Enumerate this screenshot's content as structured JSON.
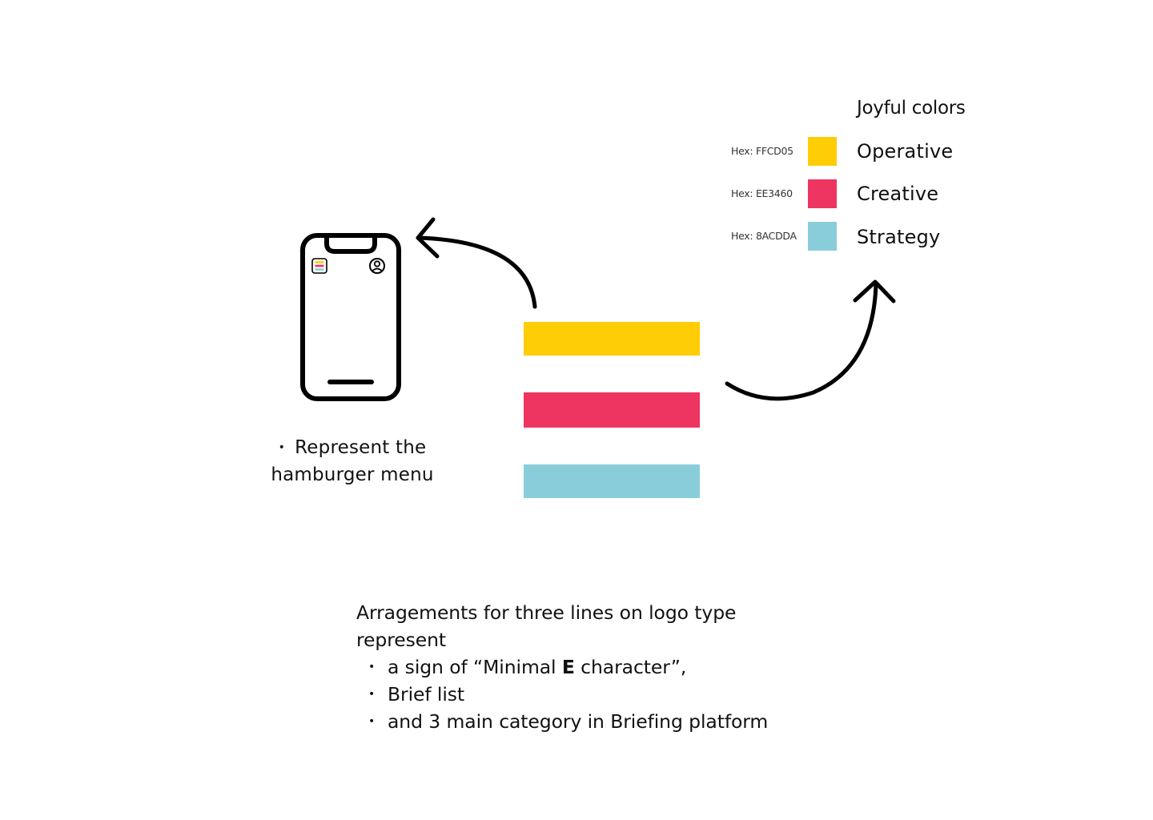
{
  "colors": {
    "operative": "#FFCD05",
    "creative": "#EE3460",
    "strategy": "#8ACDDA",
    "ink": "#000000"
  },
  "palette": {
    "title": "Joyful colors",
    "items": [
      {
        "hex_label": "Hex: FFCD05",
        "name": "Operative",
        "color": "#FFCD05"
      },
      {
        "hex_label": "Hex: EE3460",
        "name": "Creative",
        "color": "#EE3460"
      },
      {
        "hex_label": "Hex: 8ACDDA",
        "name": "Strategy",
        "color": "#8ACDDA"
      }
    ]
  },
  "phone": {
    "icons": [
      "hamburger-menu-icon",
      "user-profile-icon"
    ],
    "caption_line1": "Represent the",
    "caption_line2": "hamburger menu",
    "bullet": "•"
  },
  "description": {
    "title": "Arragements for three lines on logo type represent",
    "bullet": "•",
    "item1_before": "a sign of “Minimal ",
    "item1_bold": "E",
    "item1_after": " character”,",
    "item2": "Brief list",
    "item3": "and 3 main category in Briefing platform"
  }
}
